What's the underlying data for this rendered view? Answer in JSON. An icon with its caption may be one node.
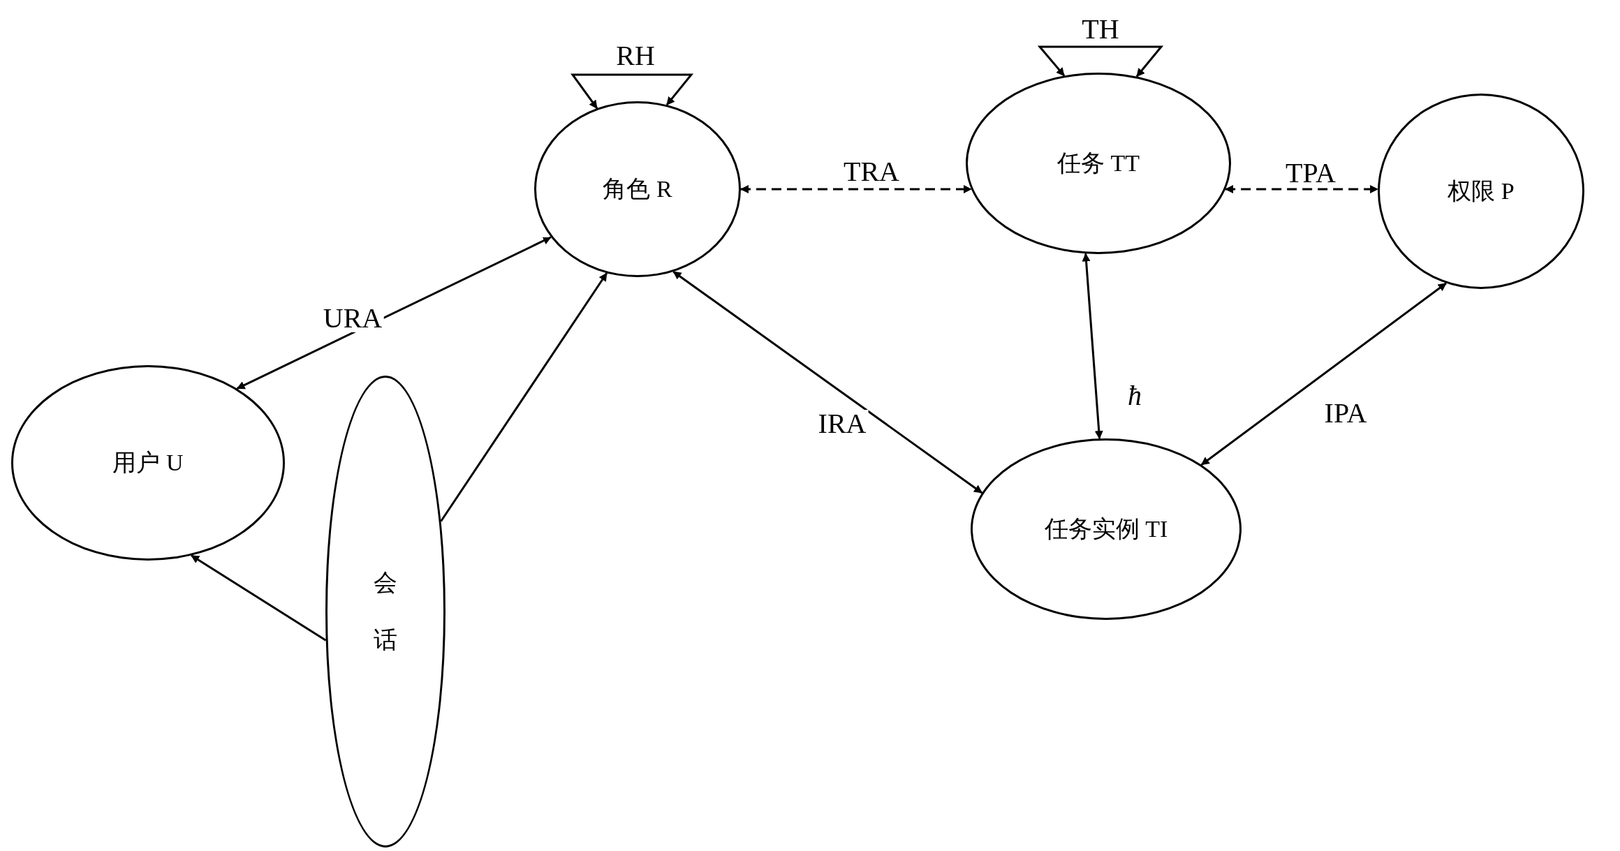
{
  "diagram": {
    "nodes": [
      {
        "text": [
          "角色 R"
        ]
      },
      {
        "text": [
          "任务 TT"
        ]
      },
      {
        "text": [
          "权限 P"
        ]
      },
      {
        "text": [
          "用户 U"
        ]
      },
      {
        "text": [
          "会话"
        ]
      },
      {
        "text": [
          "任务实例 TI"
        ]
      }
    ],
    "edges": [
      {
        "from": 0,
        "to": 0,
        "arrow": "both",
        "label": "RH"
      },
      {
        "from": 1,
        "to": 1,
        "arrow": "both",
        "label": "TH"
      },
      {
        "from": 3,
        "to": 0,
        "arrow": "both",
        "label": "URA"
      },
      {
        "from": 4,
        "to": 0,
        "arrow": "to"
      },
      {
        "from": 4,
        "to": 3,
        "arrow": "to"
      },
      {
        "from": 0,
        "to": 1,
        "arrow": "both",
        "label": "TRA",
        "style": "dashed"
      },
      {
        "from": 1,
        "to": 2,
        "arrow": "both",
        "label": "TPA",
        "style": "dashed"
      },
      {
        "from": 0,
        "to": 5,
        "arrow": "both",
        "label": "IRA"
      },
      {
        "from": 1,
        "to": 5,
        "arrow": "both",
        "label": "ħ"
      },
      {
        "from": 2,
        "to": 5,
        "arrow": "both",
        "label": "IPA"
      }
    ]
  }
}
